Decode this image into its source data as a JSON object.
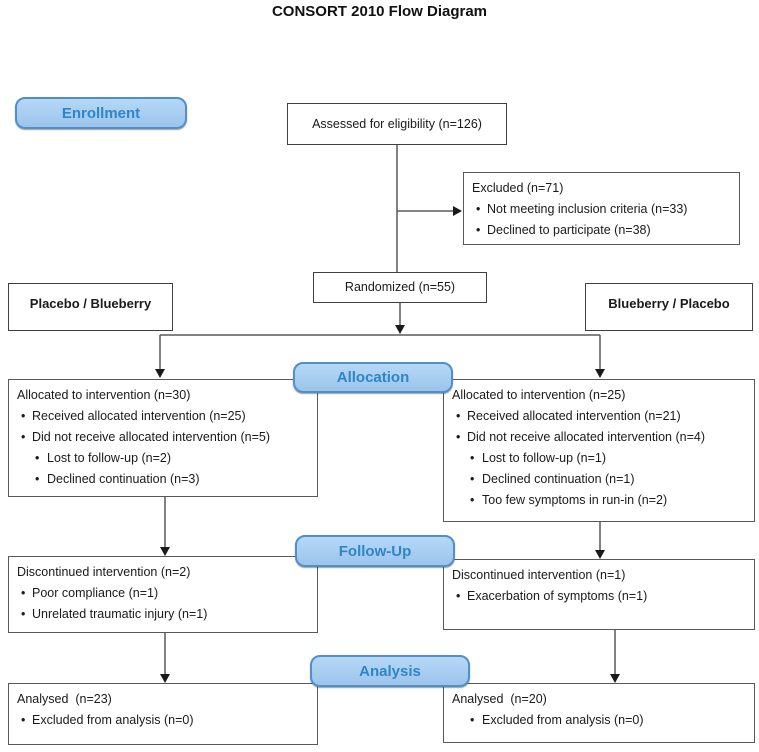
{
  "title": "CONSORT 2010 Flow Diagram",
  "colors": {
    "badge_fill": "#A8CDF0",
    "badge_border": "#4E8FCC",
    "badge_text": "#2E86C8",
    "box_border": "#595959",
    "connector_line": "#595959",
    "arrowhead": "#1A1A1A"
  },
  "badges": {
    "enrollment": "Enrollment",
    "allocation": "Allocation",
    "follow_up": "Follow-Up",
    "analysis": "Analysis"
  },
  "boxes": {
    "assessed": {
      "text": "Assessed for eligibility (n=126)"
    },
    "excluded": {
      "title": "Excluded (n=71)",
      "bullets": [
        "Not meeting inclusion criteria (n=33)",
        "Declined to participate (n=38)"
      ]
    },
    "randomized": {
      "text": "Randomized (n=55)"
    },
    "arm_left": {
      "text": "Placebo / Blueberry"
    },
    "arm_right": {
      "text": "Blueberry / Placebo"
    },
    "alloc_left": {
      "title": "Allocated to intervention (n=30)",
      "bullets": [
        "Received allocated intervention (n=25)",
        "Did not receive allocated intervention (n=5)"
      ],
      "sub_bullets": [
        "Lost to follow-up (n=2)",
        "Declined continuation (n=3)"
      ]
    },
    "alloc_right": {
      "title": "Allocated to intervention (n=25)",
      "bullets": [
        "Received allocated intervention (n=21)",
        "Did not receive allocated intervention (n=4)"
      ],
      "sub_bullets": [
        "Lost to follow-up (n=1)",
        "Declined continuation (n=1)",
        "Too few symptoms in run-in (n=2)"
      ]
    },
    "followup_left": {
      "title": "Discontinued intervention (n=2)",
      "bullets": [
        "Poor compliance (n=1)",
        "Unrelated traumatic injury (n=1)"
      ]
    },
    "followup_right": {
      "title": "Discontinued intervention (n=1)",
      "bullets": [
        "Exacerbation of symptoms (n=1)"
      ]
    },
    "analysis_left": {
      "title": "Analysed  (n=23)",
      "bullets": [
        "Excluded from analysis (n=0)"
      ]
    },
    "analysis_right": {
      "title": "Analysed  (n=20)",
      "bullets": [
        "Excluded from analysis (n=0)"
      ]
    }
  }
}
